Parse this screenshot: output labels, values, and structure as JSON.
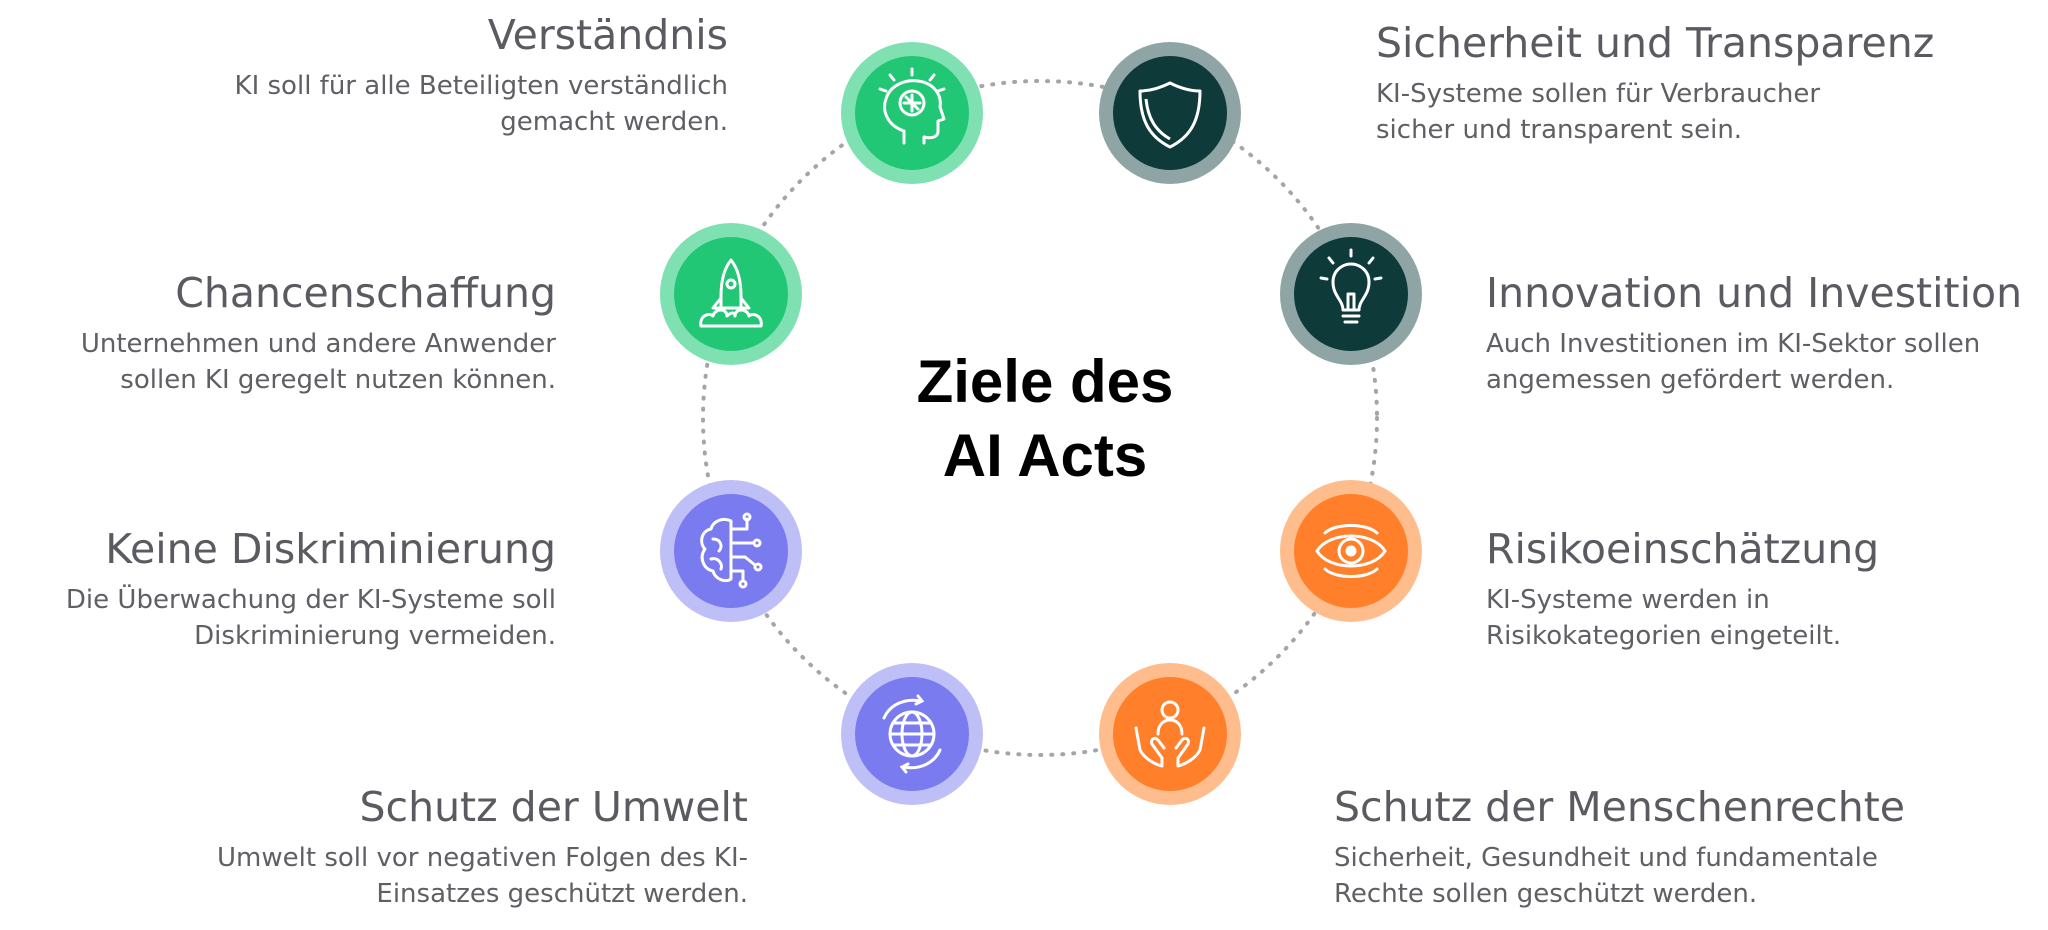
{
  "center": {
    "line1": "Ziele des",
    "line2": "AI Acts"
  },
  "colors": {
    "green": "#22c775",
    "green_ring": "#7fe1b2",
    "dark": "#0e3a3a",
    "dark_ring": "#8fa5a5",
    "orange": "#ff7f2a",
    "orange_ring": "#ffbd8d",
    "purple": "#7b7bf0",
    "purple_ring": "#bfbff8",
    "connector": "#a5a5a5"
  },
  "goals": {
    "verstaendnis": {
      "title": "Verständnis",
      "line1": "KI soll für alle Beteiligten verständlich",
      "line2": "gemacht werden.",
      "icon": "brain-head-icon"
    },
    "sicherheit": {
      "title": "Sicherheit und Transparenz",
      "line1": "KI-Systeme sollen für Verbraucher",
      "line2": "sicher und transparent sein.",
      "icon": "shield-icon"
    },
    "chancen": {
      "title": "Chancenschaffung",
      "line1": "Unternehmen und andere Anwender",
      "line2": "sollen KI geregelt nutzen können.",
      "icon": "rocket-icon"
    },
    "innovation": {
      "title": "Innovation und Investition",
      "line1": "Auch Investitionen im KI-Sektor sollen",
      "line2": "angemessen gefördert werden.",
      "icon": "lightbulb-icon"
    },
    "diskriminierung": {
      "title": "Keine Diskriminierung",
      "line1": "Die Überwachung der KI-Systeme soll",
      "line2": "Diskriminierung vermeiden.",
      "icon": "circuit-brain-icon"
    },
    "risiko": {
      "title": "Risikoeinschätzung",
      "line1": "KI-Systeme werden in",
      "line2": "Risikokategorien eingeteilt.",
      "icon": "eye-icon"
    },
    "umwelt": {
      "title": "Schutz der Umwelt",
      "line1": "Umwelt soll vor negativen Folgen des KI-",
      "line2": "Einsatzes geschützt werden.",
      "icon": "globe-icon"
    },
    "menschenrechte": {
      "title": "Schutz der Menschenrechte",
      "line1": "Sicherheit, Gesundheit und fundamentale",
      "line2": "Rechte sollen geschützt werden.",
      "icon": "hands-person-icon"
    }
  }
}
